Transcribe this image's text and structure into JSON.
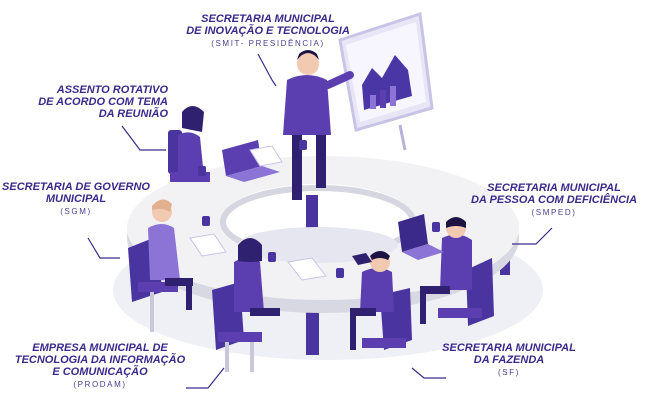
{
  "labels": {
    "smit": {
      "lines": [
        "SECRETARIA MUNICIPAL",
        "DE INOVAÇÃO E TECNOLOGIA"
      ],
      "sub": "(SMIT- PRESIDÊNCIA)"
    },
    "rotativo": {
      "lines": [
        "ASSENTO ROTATIVO",
        "DE ACORDO COM TEMA",
        "DA REUNIÃO"
      ]
    },
    "sgm": {
      "lines": [
        "SECRETARIA DE GOVERNO",
        "MUNICIPAL"
      ],
      "sub": "(SGM)"
    },
    "smped": {
      "lines": [
        "SECRETARIA MUNICIPAL",
        "DA PESSOA COM DEFICIÊNCIA"
      ],
      "sub": "(SMPED)"
    },
    "prodam": {
      "lines": [
        "EMPRESA MUNICIPAL DE",
        "TECNOLOGIA DA INFORMAÇÃO",
        "E COMUNICAÇÃO"
      ],
      "sub": "(PRODAM)"
    },
    "sf": {
      "lines": [
        "SECRETARIA MUNICIPAL",
        "DA FAZENDA"
      ],
      "sub": "(SF)"
    }
  },
  "colors": {
    "primary": "#3b2a8a",
    "purple": "#5b3fb0",
    "purple_dark": "#2f2170",
    "purple_light": "#8b74d6",
    "table_top": "#f0f0f2",
    "table_shadow": "#d9d9e2",
    "floor": "#ececf4",
    "skin": "#f2c9b1"
  }
}
